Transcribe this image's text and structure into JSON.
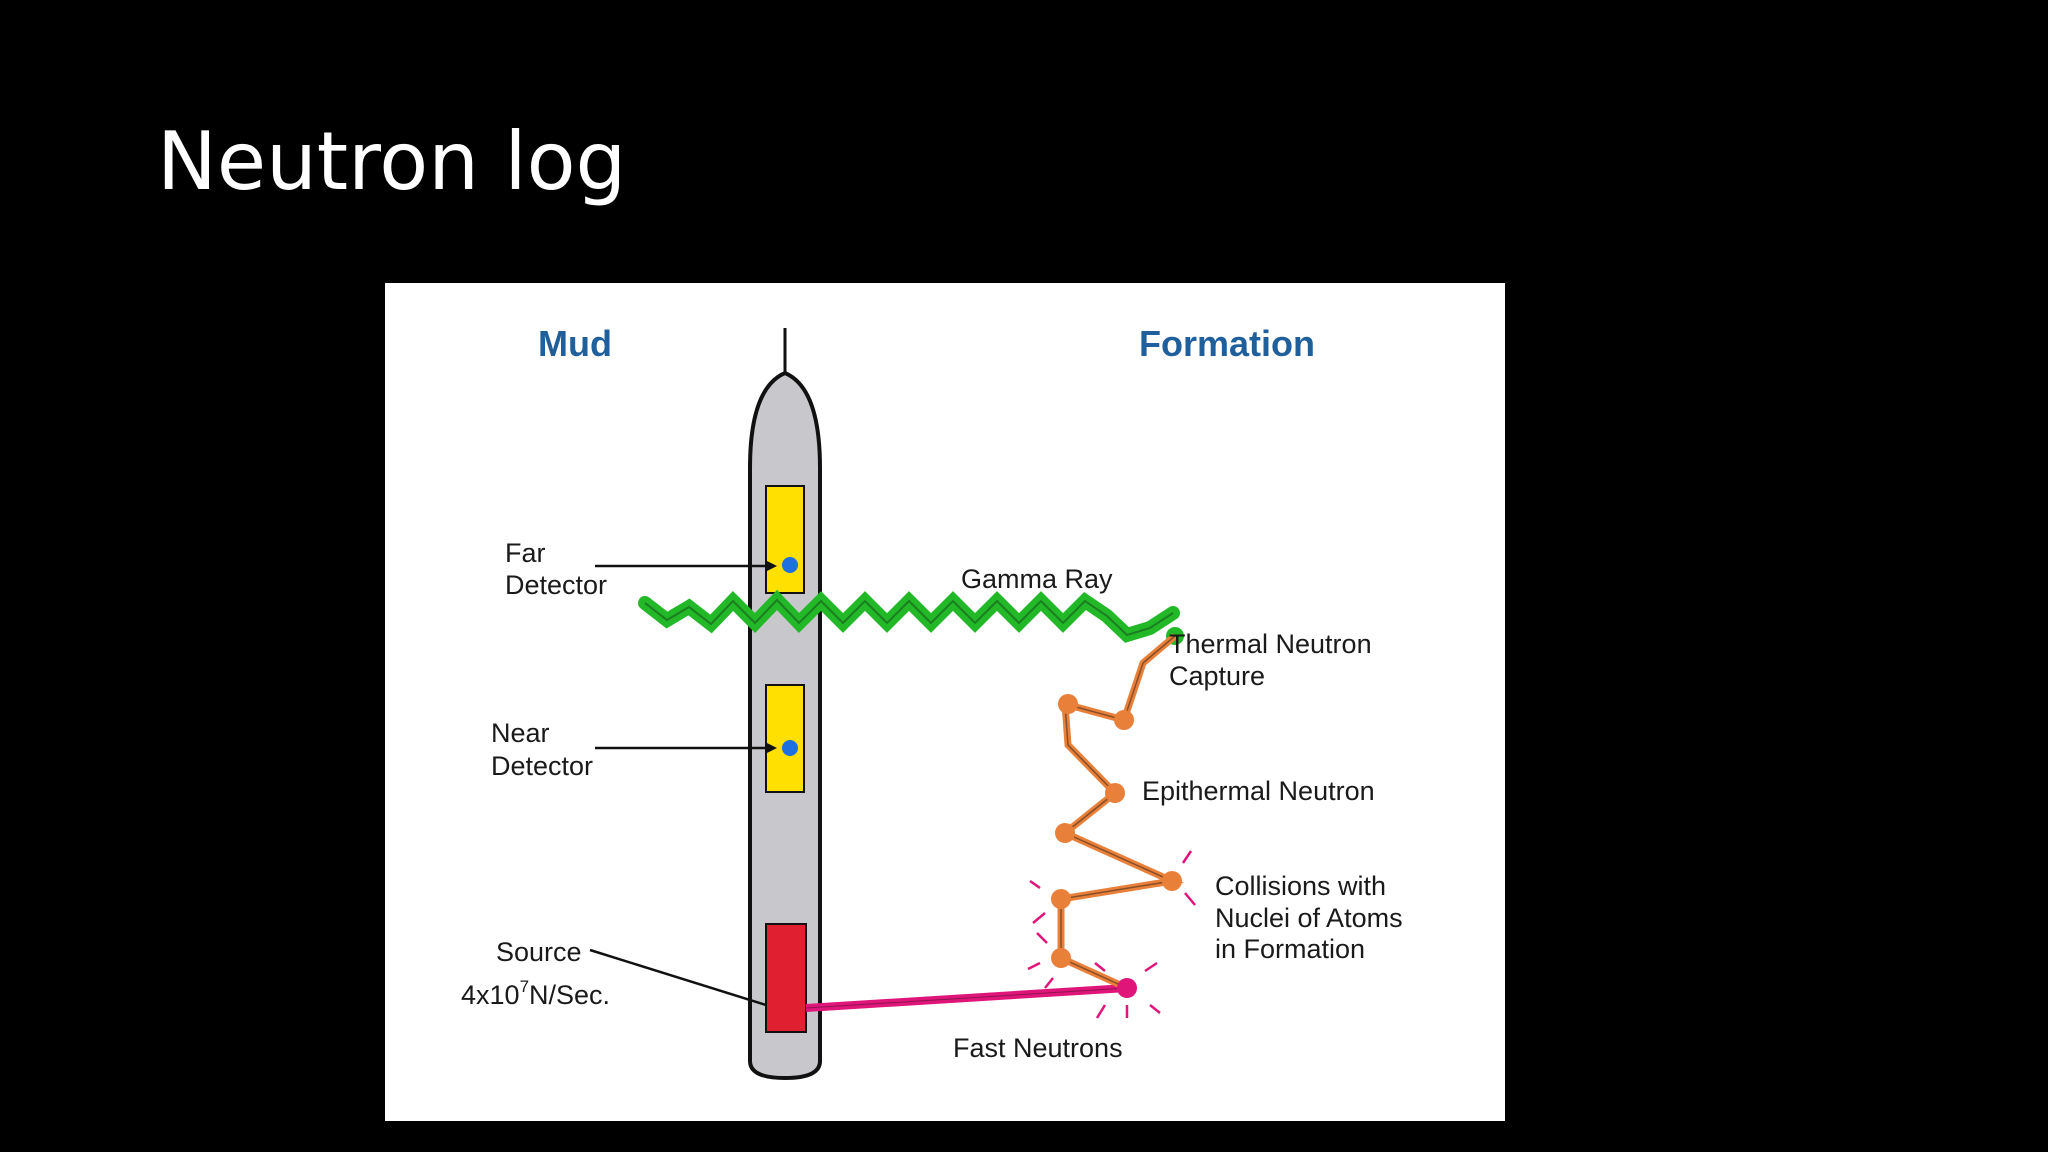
{
  "slide": {
    "title": "Neutron log"
  },
  "diagram": {
    "headers": {
      "mud": "Mud",
      "formation": "Formation"
    },
    "labels": {
      "far_detector": [
        "Far",
        "Detector"
      ],
      "near_detector": [
        "Near",
        "Detector"
      ],
      "source": [
        "Source",
        "4x10",
        "7",
        "N/Sec."
      ],
      "gamma_ray": "Gamma Ray",
      "thermal_neutron_capture": [
        "Thermal Neutron",
        "Capture"
      ],
      "epithermal_neutron": "Epithermal Neutron",
      "collisions": [
        "Collisions with",
        "Nuclei of Atoms",
        "in Formation"
      ],
      "fast_neutrons": "Fast Neutrons"
    },
    "colors": {
      "tool_body": "#c8c8cc",
      "detector": "#ffe000",
      "detector_dot": "#1e6fe0",
      "source": "#e02030",
      "gamma_ray": "#22b828",
      "neutron_path": "#e8803a",
      "fast_neutron": "#e0157a",
      "header_text": "#1f5f9c"
    }
  }
}
